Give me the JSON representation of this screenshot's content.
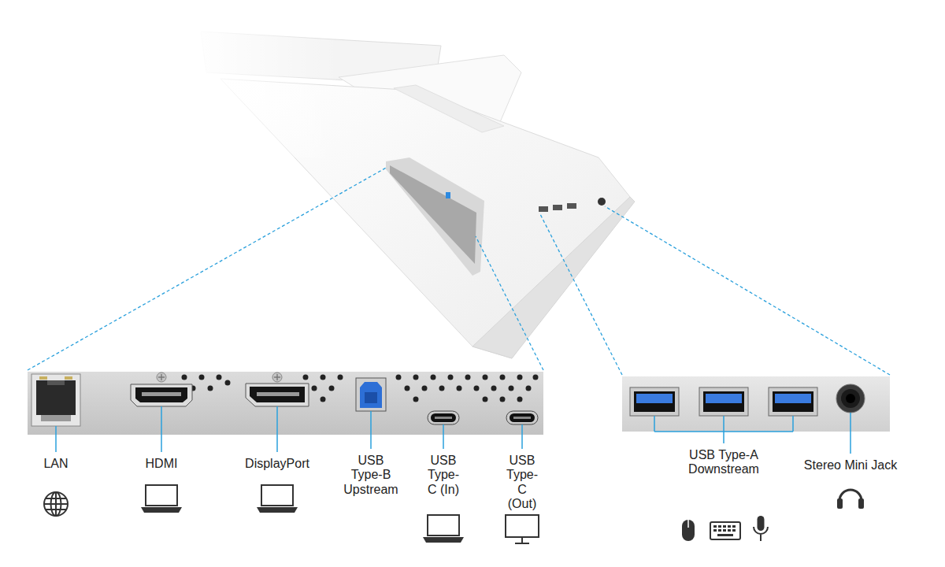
{
  "diagram": {
    "labels": [
      "LAN",
      "HDMI",
      "DisplayPort",
      "USB Type-B Upstream",
      "USB Type-C (In)",
      "USB Type-C (Out)",
      "USB Type-A Downstream",
      "Stereo Mini Jack"
    ]
  }
}
